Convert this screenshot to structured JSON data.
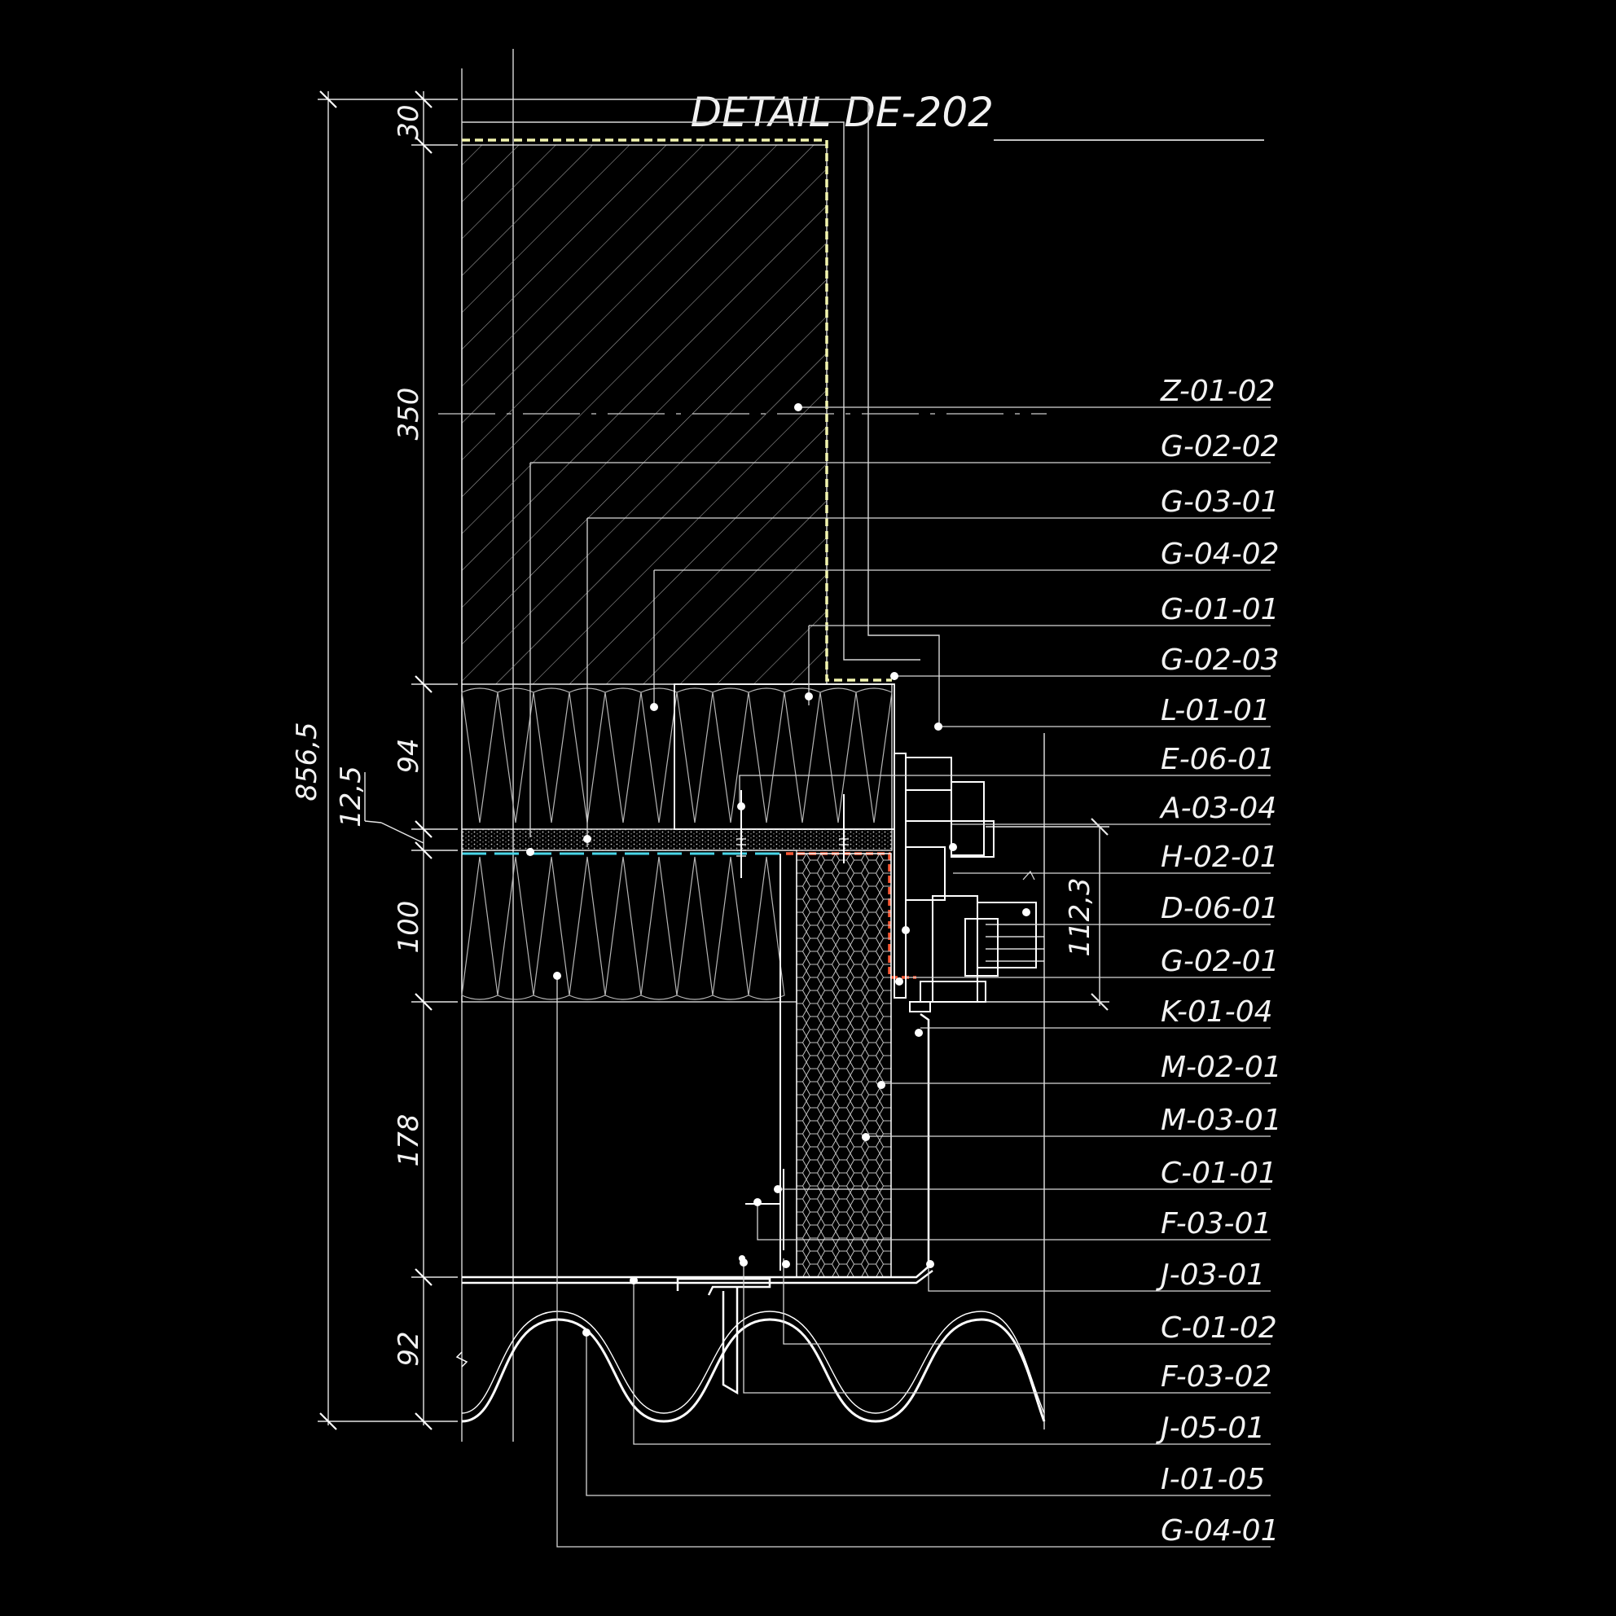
{
  "title": "DETAIL DE-202",
  "dimensions": {
    "overall": "856,5",
    "d1": "30",
    "d2": "350",
    "d3": "94",
    "d4": "12,5",
    "d5": "100",
    "d6": "178",
    "d7": "92",
    "opening": "112,3"
  },
  "tags": [
    "Z-01-02",
    "G-02-02",
    "G-03-01",
    "G-04-02",
    "G-01-01",
    "G-02-03",
    "L-01-01",
    "E-06-01",
    "A-03-04",
    "H-02-01",
    "D-06-01",
    "G-02-01",
    "K-01-04",
    "M-02-01",
    "M-03-01",
    "C-01-01",
    "F-03-01",
    "J-03-01",
    "C-01-02",
    "F-03-02",
    "J-05-01",
    "I-01-05",
    "G-04-01"
  ],
  "colors": {
    "background": "#000000",
    "line": "#ffffff",
    "membrane_yellow": "#f3f5b0",
    "membrane_red": "#ff5a36",
    "membrane_cyan": "#49d6e8"
  }
}
